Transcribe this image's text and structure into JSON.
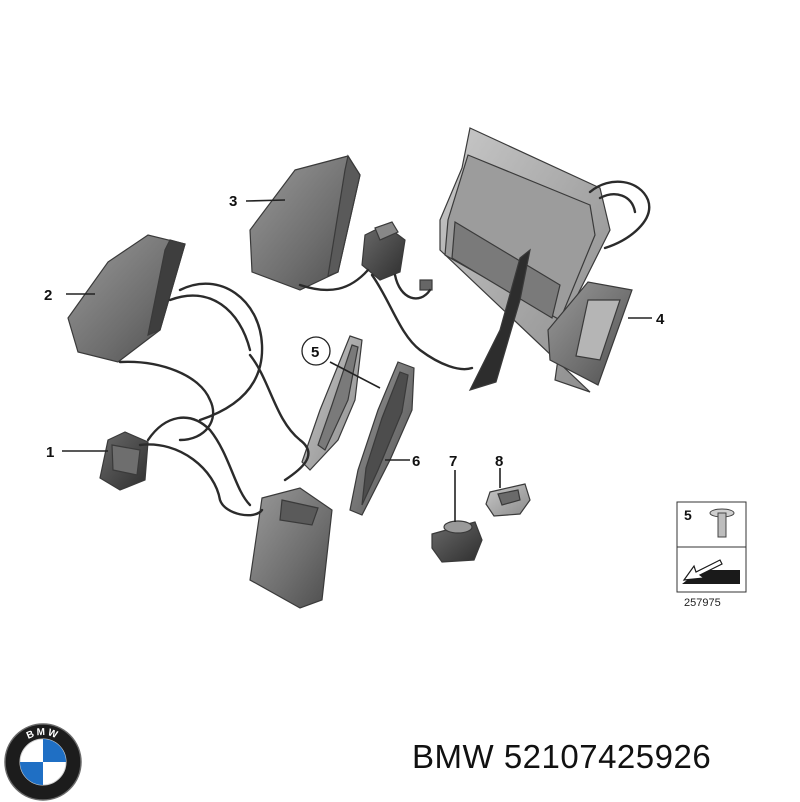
{
  "callouts": [
    {
      "id": "1",
      "label": "1"
    },
    {
      "id": "2",
      "label": "2"
    },
    {
      "id": "3",
      "label": "3"
    },
    {
      "id": "4",
      "label": "4"
    },
    {
      "id": "5",
      "label": "5"
    },
    {
      "id": "6",
      "label": "6"
    },
    {
      "id": "7",
      "label": "7"
    },
    {
      "id": "8",
      "label": "8"
    }
  ],
  "legend": {
    "item_number": "5",
    "diagram_code": "257975"
  },
  "footer": {
    "brand": "BMW",
    "part_number": "52107425926",
    "brand_and_part": "BMW 52107425926"
  },
  "logo": {
    "letters": "BMW",
    "colors": {
      "ring": "#1c1c1c",
      "blue": "#1f6fc4",
      "white": "#ffffff"
    }
  }
}
